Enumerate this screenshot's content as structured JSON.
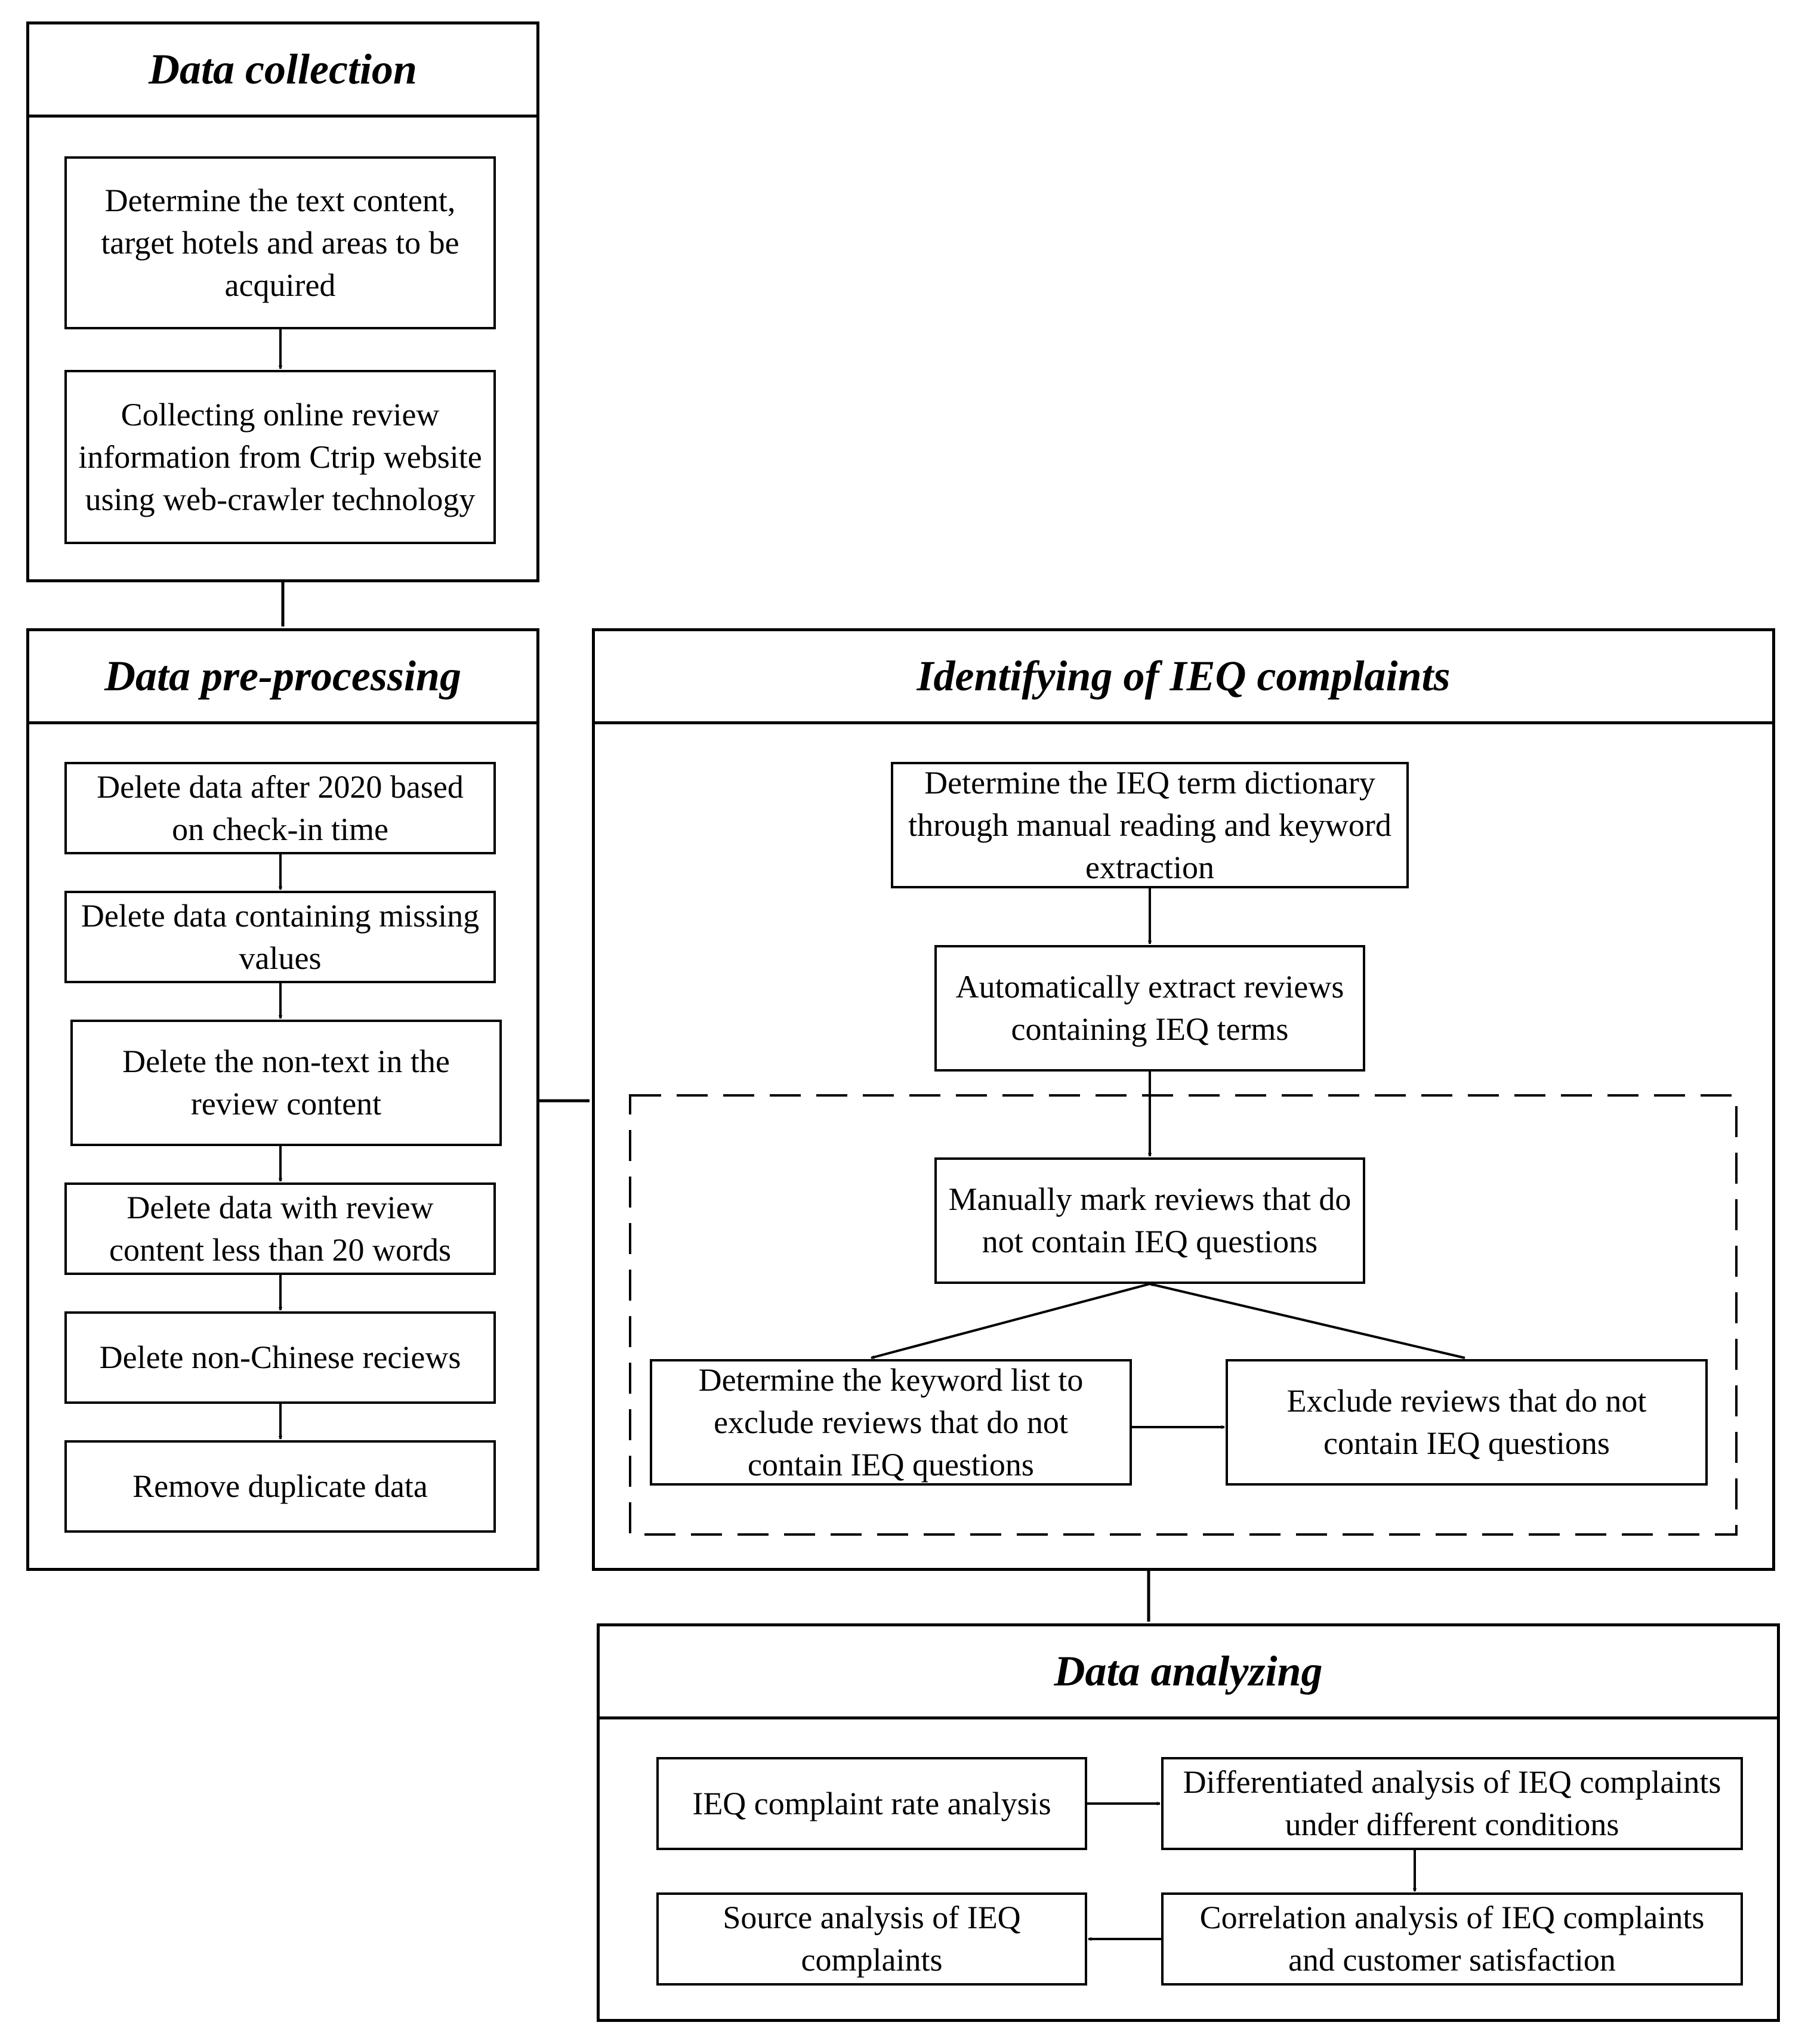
{
  "sections": {
    "collection": {
      "title": "Data collection",
      "steps": [
        "Determine the text content, target hotels and areas to be acquired",
        "Collecting online review information from Ctrip website using web-crawler technology"
      ]
    },
    "preprocessing": {
      "title": "Data pre-processing",
      "steps": [
        "Delete data after 2020 based on check-in time",
        "Delete data containing missing values",
        "Delete the non-text in the review content",
        "Delete data with review content less than 20 words",
        "Delete non-Chinese reciews",
        "Remove duplicate data"
      ]
    },
    "identifying": {
      "title": "Identifying of IEQ complaints",
      "steps": [
        "Determine the IEQ term dictionary through manual reading and keyword extraction",
        "Automatically extract reviews containing IEQ terms",
        "Manually mark reviews that do not contain IEQ questions",
        "Determine the keyword list to exclude reviews that do not contain IEQ questions",
        "Exclude reviews that do not contain IEQ questions"
      ]
    },
    "analyzing": {
      "title": "Data analyzing",
      "steps": [
        "IEQ complaint rate analysis",
        "Differentiated analysis of IEQ complaints under different conditions",
        "Source analysis of IEQ complaints",
        "Correlation analysis of IEQ complaints and customer satisfaction"
      ]
    }
  }
}
